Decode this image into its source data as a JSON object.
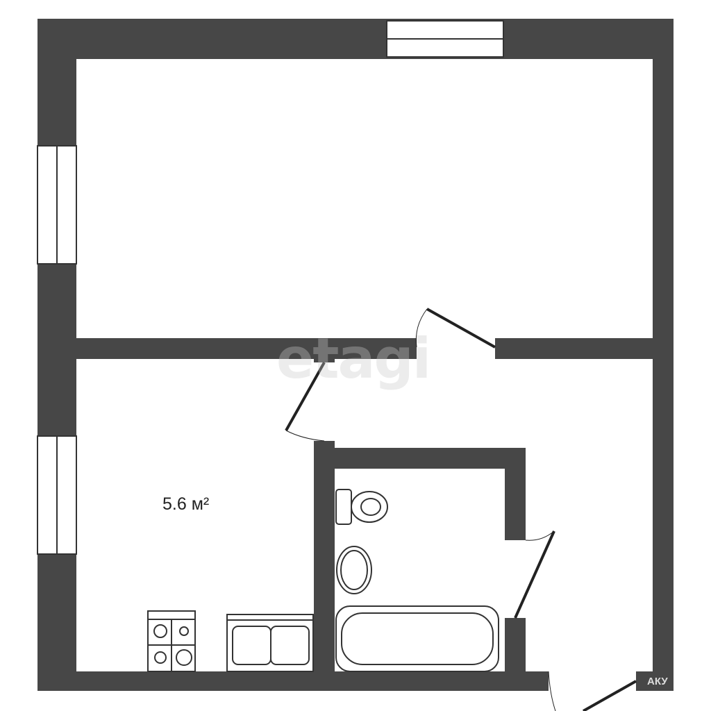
{
  "plan": {
    "room_area_label": "5.6 м²",
    "watermark": "etagi",
    "corner_watermark": "АКУ",
    "wall_color": "#474747"
  }
}
